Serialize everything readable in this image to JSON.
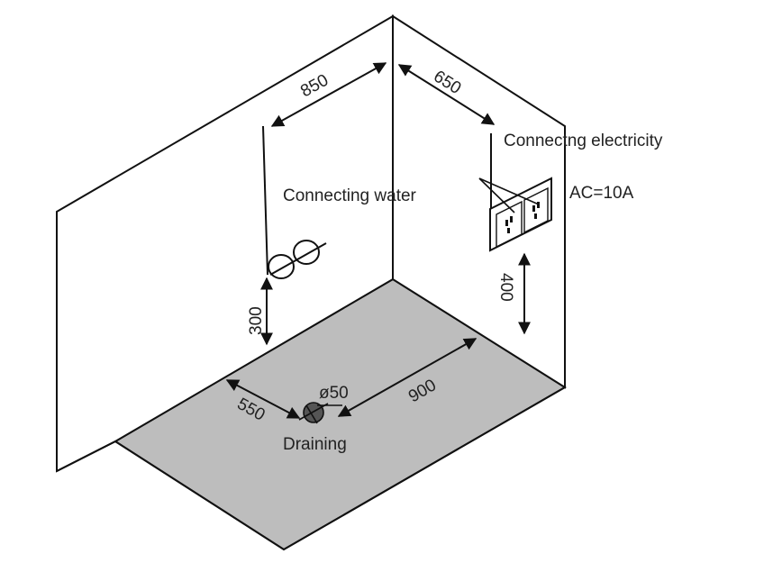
{
  "colors": {
    "wall": "#ffffff",
    "floor": "#bdbdbd",
    "stroke": "#111111",
    "text": "#222222",
    "drain": "#555555"
  },
  "labels": {
    "connecting_water": "Connecting water",
    "connecting_electricity": "Connectng electricity",
    "ac_rating": "AC=10A",
    "draining": "Draining"
  },
  "dimensions": {
    "left_wall_width": "850",
    "right_wall_width": "650",
    "water_height": "300",
    "socket_height": "400",
    "drain_from_left": "550",
    "drain_to_back": "900",
    "drain_diameter": "ø50"
  }
}
